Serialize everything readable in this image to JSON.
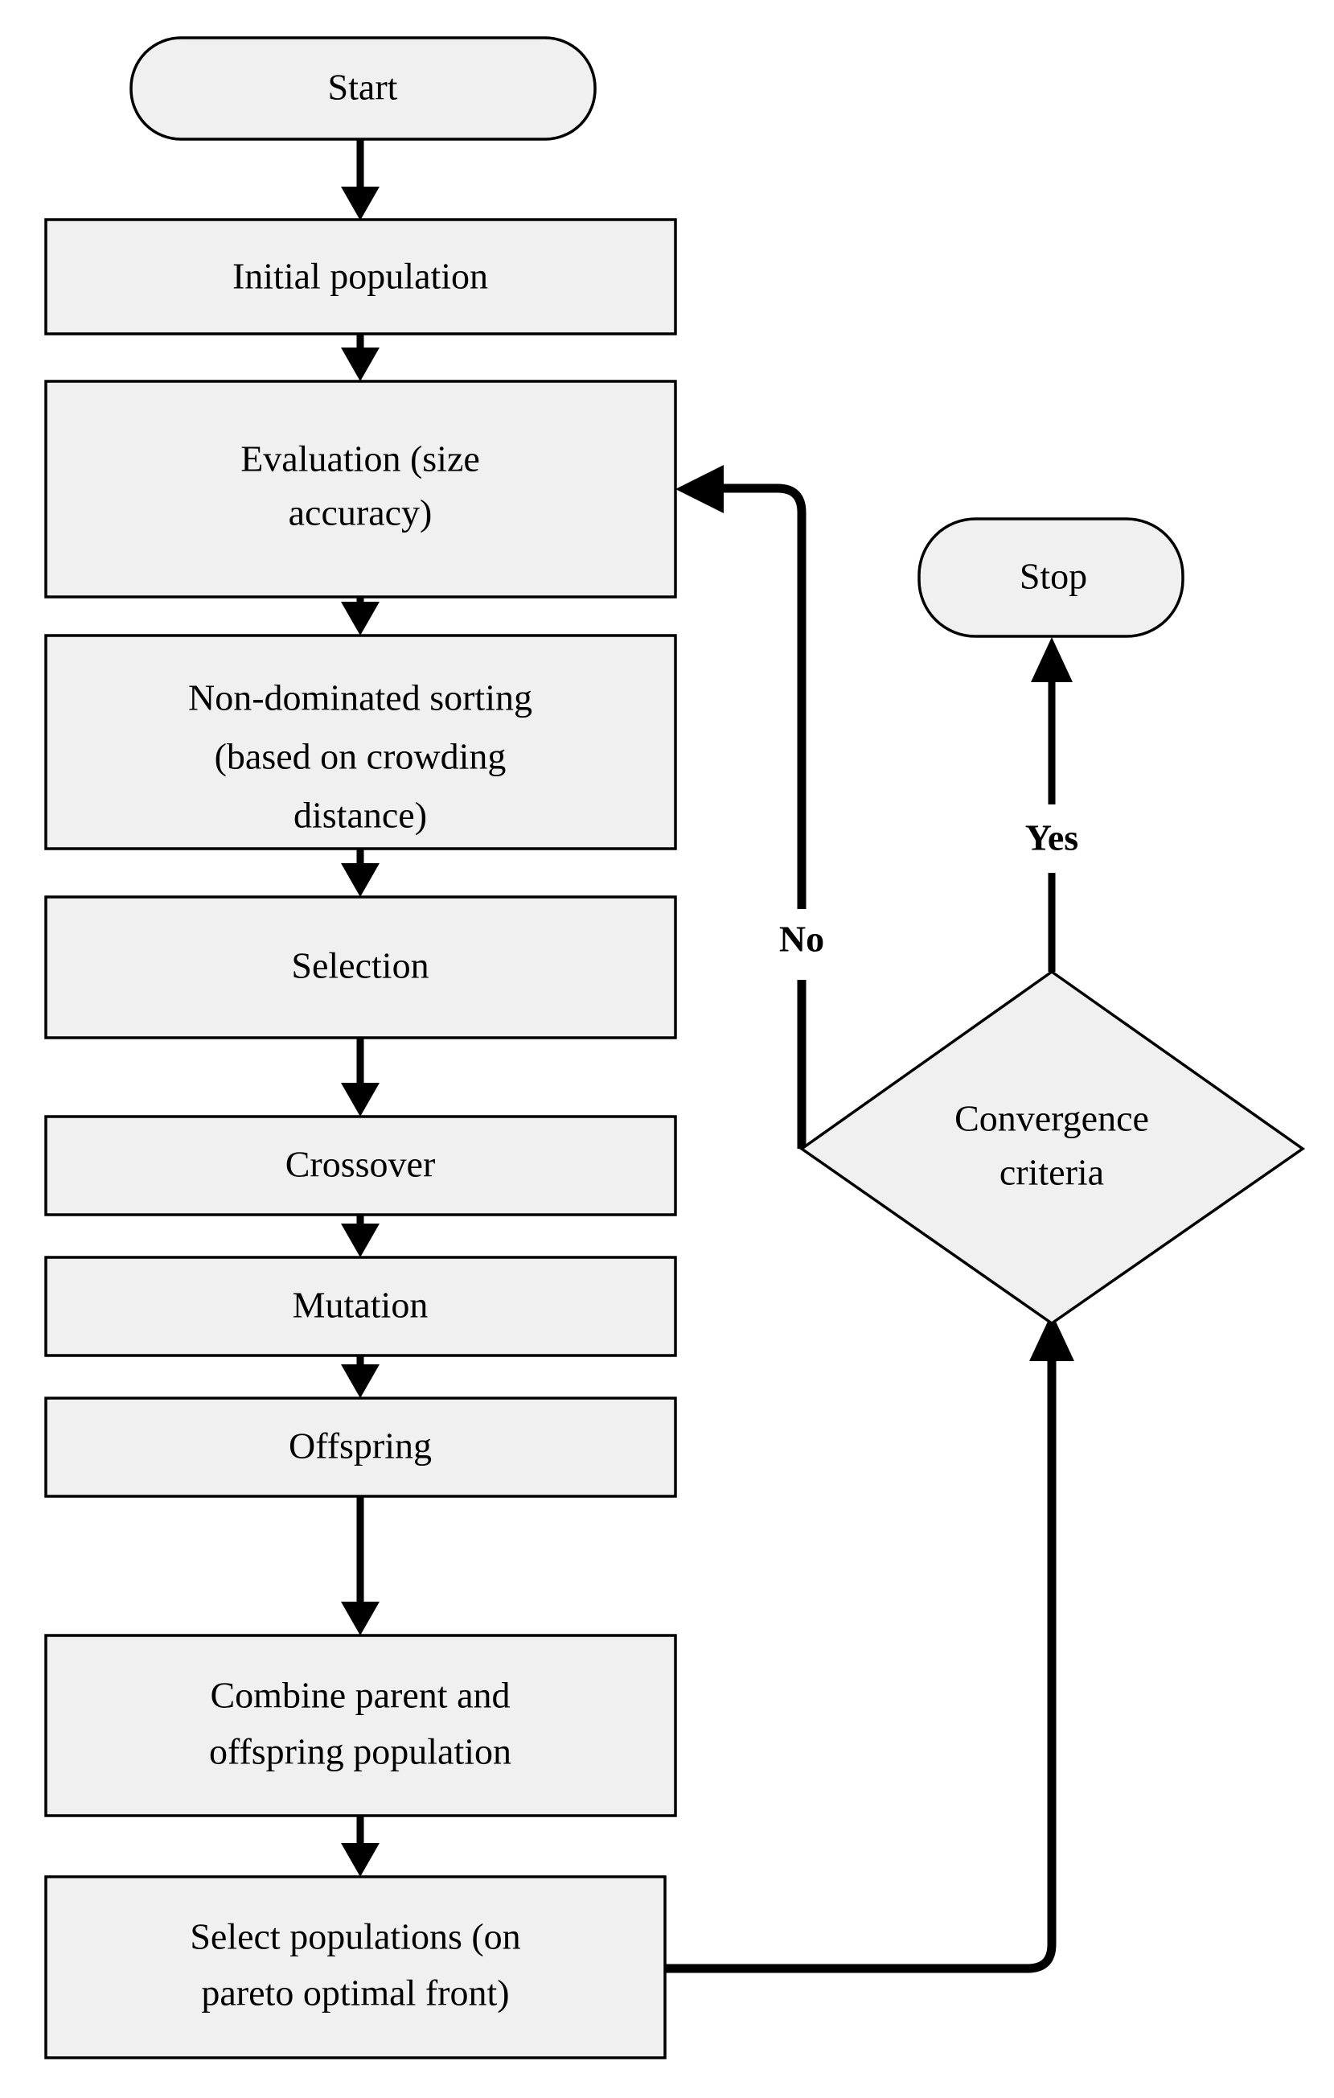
{
  "diagram": {
    "title": "NSGA-II multi-objective optimization flowchart",
    "type": "flowchart",
    "background_color": "#ffffff",
    "node_fill_color": "#f0f0f0",
    "node_stroke_color": "#000000",
    "text_color": "#000000"
  },
  "nodes": {
    "start": {
      "label": "Start",
      "shape": "terminator"
    },
    "initial_population": {
      "label": "Initial population",
      "shape": "process"
    },
    "evaluation": {
      "label_line1": "Evaluation (size",
      "label_line2": "accuracy)",
      "shape": "process"
    },
    "non_dominated_sorting": {
      "label_line1": "Non-dominated sorting",
      "label_line2": "(based on crowding",
      "label_line3": "distance)",
      "shape": "process"
    },
    "selection": {
      "label": "Selection",
      "shape": "process"
    },
    "crossover": {
      "label": "Crossover",
      "shape": "process"
    },
    "mutation": {
      "label": "Mutation",
      "shape": "process"
    },
    "offspring": {
      "label": "Offspring",
      "shape": "process"
    },
    "combine": {
      "label_line1": "Combine parent and",
      "label_line2": "offspring population",
      "shape": "process"
    },
    "select_populations": {
      "label_line1": "Select populations (on",
      "label_line2": "pareto optimal front)",
      "shape": "process"
    },
    "convergence": {
      "label_line1": "Convergence",
      "label_line2": "criteria",
      "shape": "decision"
    },
    "stop": {
      "label": "Stop",
      "shape": "terminator"
    }
  },
  "edge_labels": {
    "no": "No",
    "yes": "Yes"
  }
}
